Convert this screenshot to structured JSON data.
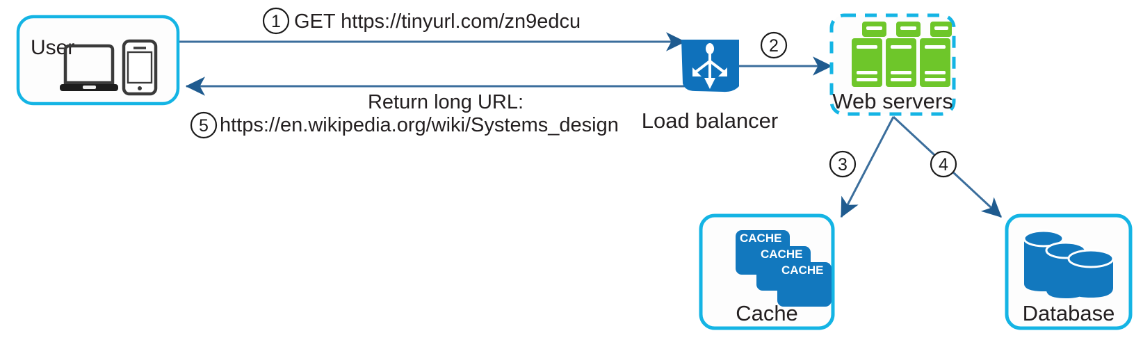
{
  "diagram": {
    "title": "URL shortening service request flow",
    "colors": {
      "cyan": "#14b4e4",
      "arrow_blue": "#3b6e9c",
      "arrow_head": "#1f5b8f",
      "node_blue": "#1278be",
      "lb_blue": "#0f71bb",
      "server_green": "#6ec62a",
      "text": "#231f20",
      "background": "#ffffff"
    },
    "nodes": [
      {
        "id": "user",
        "label": "User",
        "icons": [
          "laptop-icon",
          "smartphone-icon"
        ],
        "border": "solid-cyan-rounded"
      },
      {
        "id": "load-balancer",
        "label": "Load balancer",
        "icons": [
          "load-balancer-icon"
        ],
        "border": "none"
      },
      {
        "id": "web-servers",
        "label": "Web servers",
        "icons": [
          "server-tower-icon",
          "server-tower-icon",
          "server-tower-icon"
        ],
        "border": "dashed-cyan-rounded"
      },
      {
        "id": "cache",
        "label": "Cache",
        "icons": [
          "cache-tile-icon",
          "cache-tile-icon",
          "cache-tile-icon"
        ],
        "tile_label": "CACHE",
        "border": "solid-cyan-rounded"
      },
      {
        "id": "database",
        "label": "Database",
        "icons": [
          "database-cylinder-icon",
          "database-cylinder-icon",
          "database-cylinder-icon"
        ],
        "border": "solid-cyan-rounded"
      }
    ],
    "steps": [
      {
        "number": "1",
        "from": "user",
        "to": "load-balancer",
        "text_lines": [
          "GET https://tinyurl.com/zn9edcu"
        ]
      },
      {
        "number": "2",
        "from": "load-balancer",
        "to": "web-servers",
        "text_lines": []
      },
      {
        "number": "3",
        "from": "web-servers",
        "to": "cache",
        "text_lines": []
      },
      {
        "number": "4",
        "from": "web-servers",
        "to": "database",
        "text_lines": []
      },
      {
        "number": "5",
        "from": "load-balancer",
        "to": "user",
        "text_lines": [
          "Return long URL:",
          "https://en.wikipedia.org/wiki/Systems_design"
        ]
      }
    ]
  }
}
